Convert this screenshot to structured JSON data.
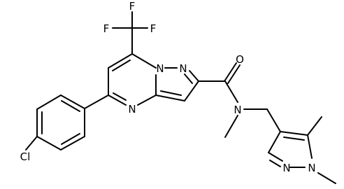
{
  "atoms": {
    "F_left": "F",
    "F_top": "F",
    "F_right": "F",
    "N_bridge": "N",
    "N_pyrazole": "N",
    "N_pyrimidine": "N",
    "O_carbonyl": "O",
    "N_amide": "N",
    "Cl": "Cl",
    "N_pz2": "N",
    "N_pz1": "N"
  }
}
